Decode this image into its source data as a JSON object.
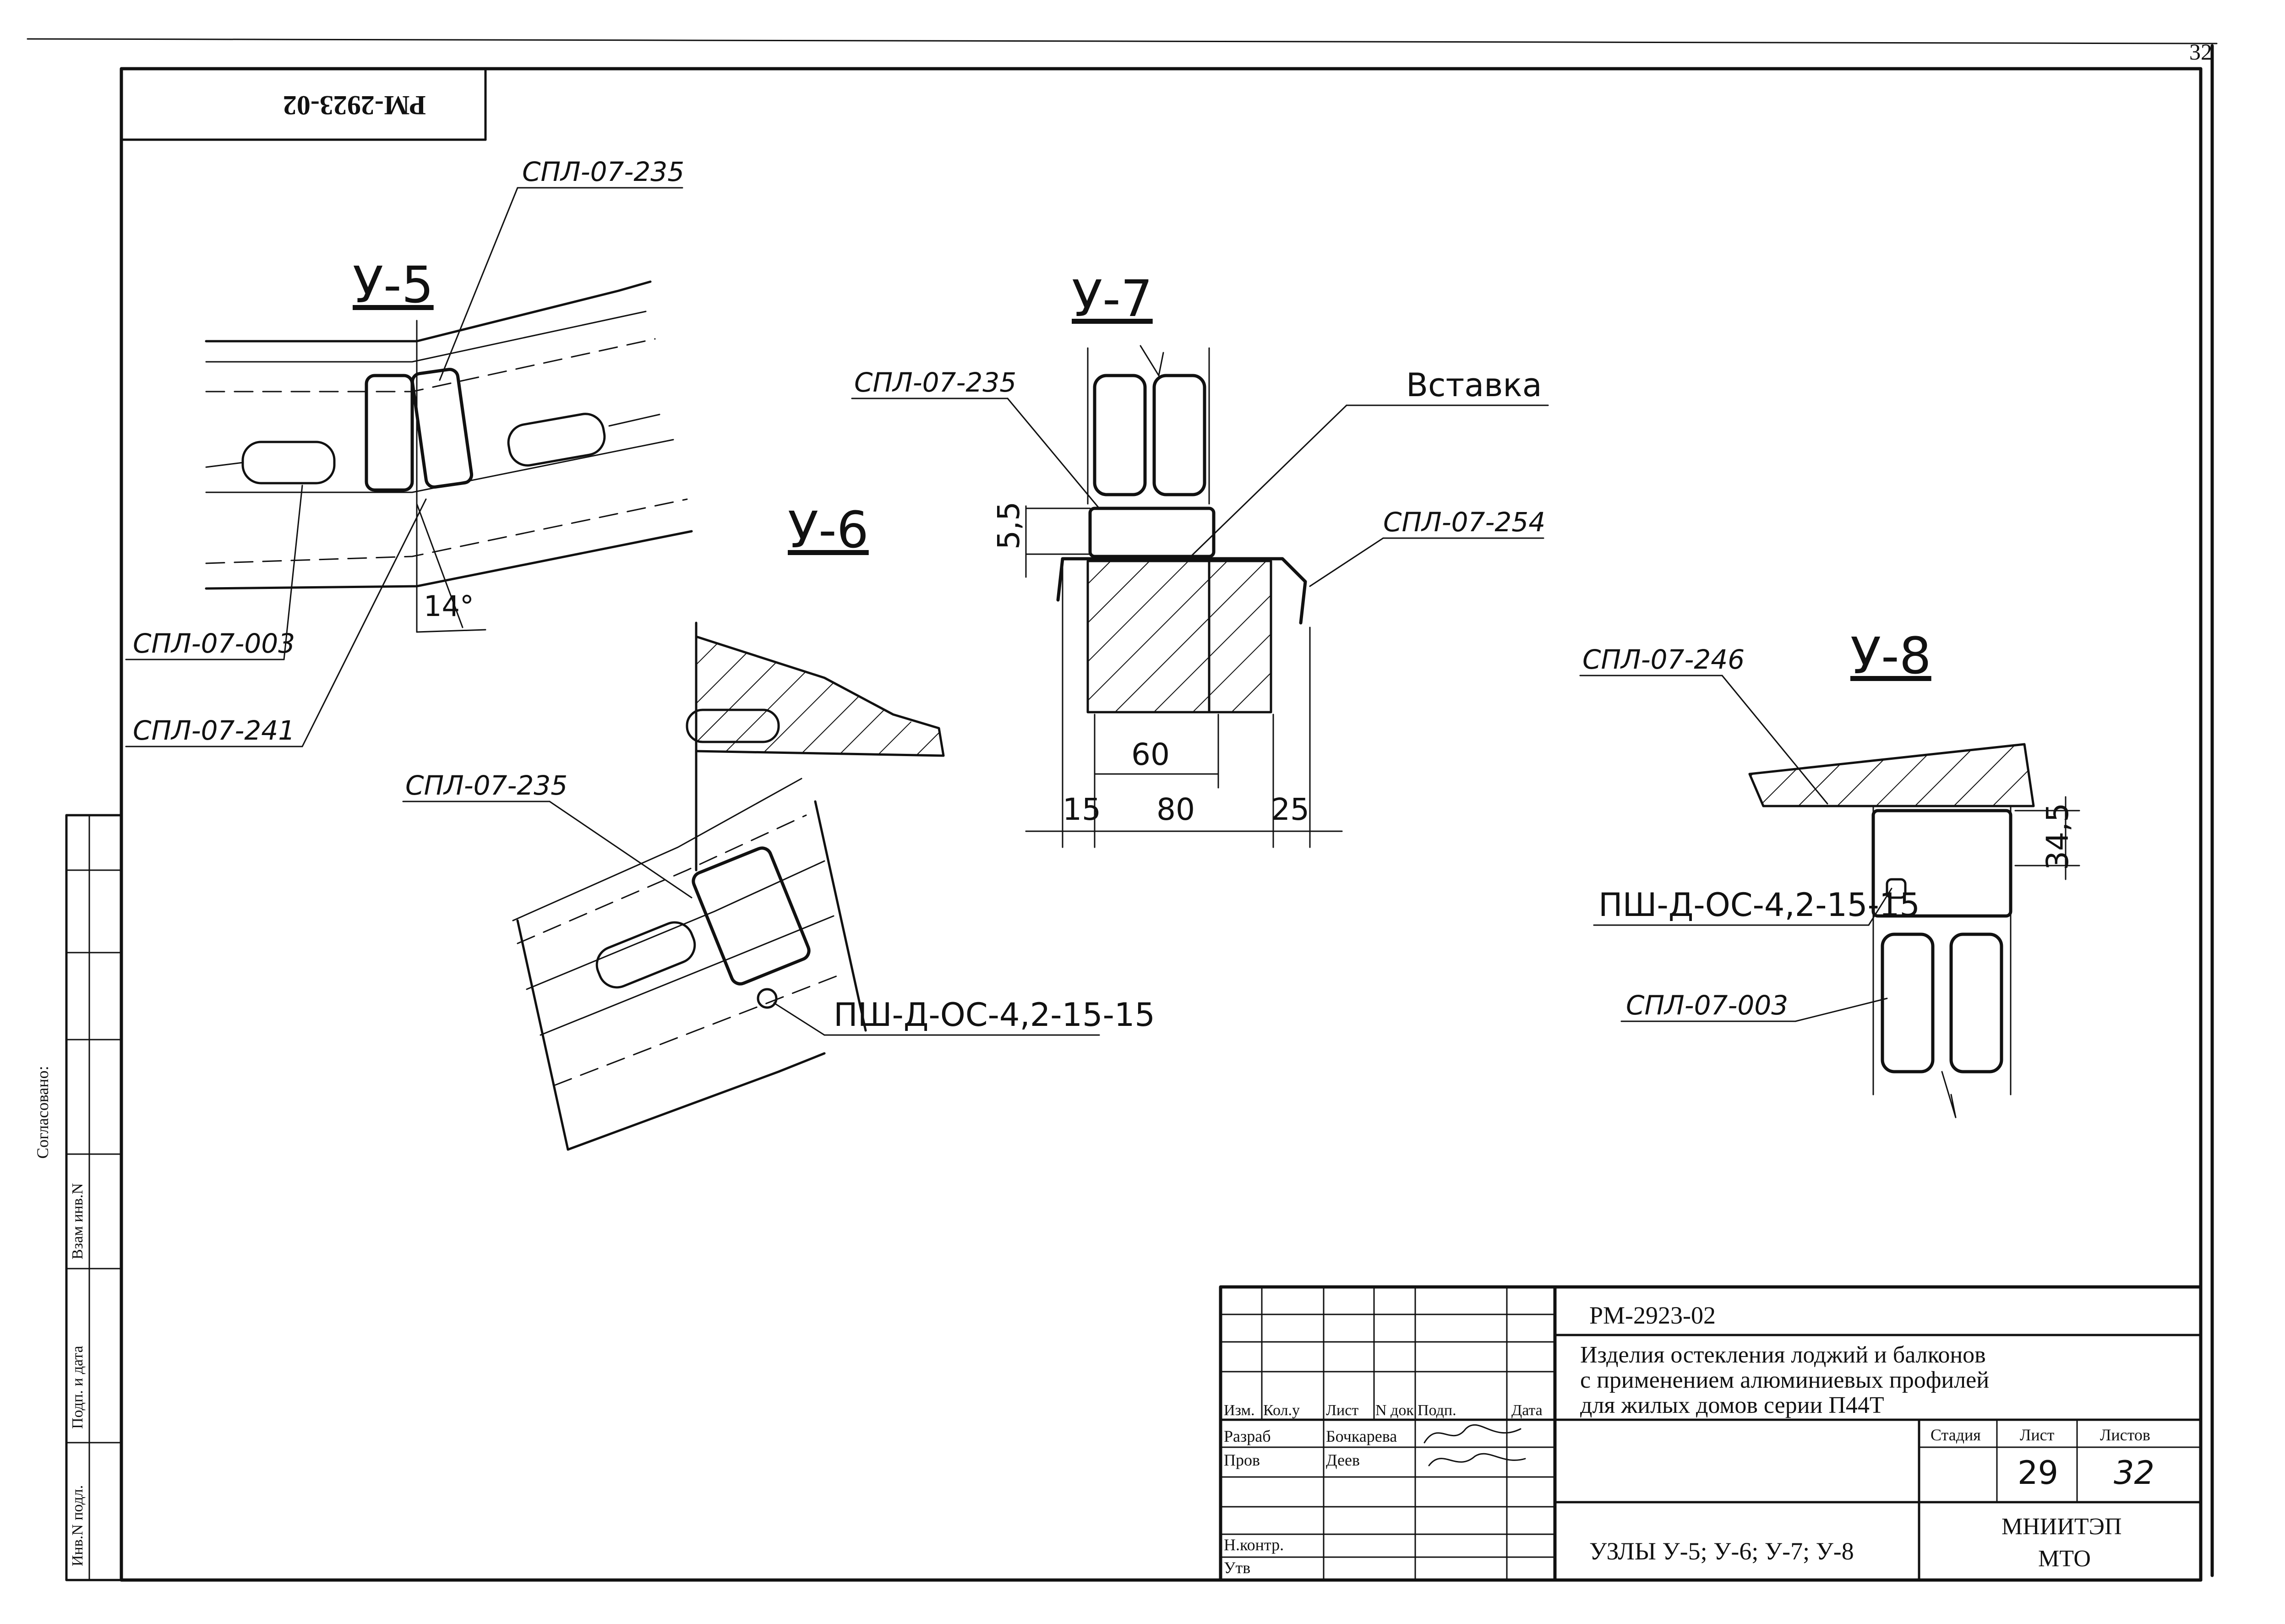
{
  "sheet_number_corner": "32",
  "doc_code_inverted": "РМ-2923-02",
  "left_margin": {
    "agreed": "Согласовано:",
    "replaced_inv": "Взам инв.N",
    "sign_date": "Подп. и дата",
    "inv_original": "Инв.N подл."
  },
  "nodes": {
    "u5": {
      "title": "У-5",
      "callouts": [
        "СПЛ-07-235",
        "СПЛ-07-003",
        "СПЛ-07-241"
      ],
      "angle": "14°"
    },
    "u6": {
      "title": "У-6",
      "callouts": [
        "СПЛ-07-235",
        "ПШ-Д-ОС-4,2-15-15"
      ]
    },
    "u7": {
      "title": "У-7",
      "callouts": [
        "СПЛ-07-235",
        "Вставка",
        "СПЛ-07-254"
      ],
      "dims": [
        "5,5",
        "60",
        "15",
        "80",
        "25"
      ]
    },
    "u8": {
      "title": "У-8",
      "callouts": [
        "СПЛ-07-246",
        "ПШ-Д-ОС-4,2-15-15",
        "СПЛ-07-003"
      ],
      "dims": [
        "34,5"
      ]
    }
  },
  "title_block": {
    "doc_code": "РМ-2923-02",
    "description_lines": [
      "Изделия остекления лоджий и балконов",
      "с применением алюминиевых профилей",
      "для жилых домов серии П44Т"
    ],
    "col_headers": [
      "Изм.",
      "Кол.у",
      "Лист",
      "N док",
      "Подп.",
      "Дата"
    ],
    "roles": [
      {
        "role": "Разраб",
        "name": "Бочкарева"
      },
      {
        "role": "Пров",
        "name": "Деев"
      },
      {
        "role": "Н.контр.",
        "name": ""
      },
      {
        "role": "Утв",
        "name": ""
      }
    ],
    "stage_label": "Стадия",
    "sheet_label": "Лист",
    "sheets_label": "Листов",
    "sheet": "29",
    "sheets": "32",
    "drawing_title": "УЗЛЫ У-5; У-6; У-7; У-8",
    "org_lines": [
      "МНИИТЭП",
      "МТО"
    ]
  }
}
